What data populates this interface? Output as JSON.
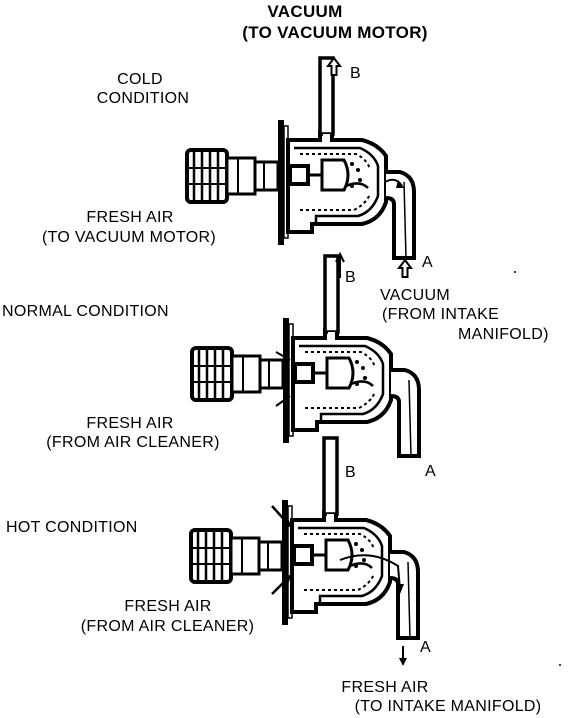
{
  "title": {
    "line1": "VACUUM",
    "line2": "(TO VACUUM MOTOR)"
  },
  "cold": {
    "heading_line1": "COLD",
    "heading_line2": "CONDITION",
    "port_b": "B",
    "port_a": "A",
    "fresh_air_line1": "FRESH AIR",
    "fresh_air_line2": "(TO VACUUM MOTOR)",
    "vacuum_line1": "VACUUM",
    "vacuum_line2": "(FROM INTAKE",
    "vacuum_line3": "MANIFOLD)"
  },
  "normal": {
    "heading": "NORMAL CONDITION",
    "port_b": "B",
    "port_a": "A",
    "fresh_air_line1": "FRESH AIR",
    "fresh_air_line2": "(FROM AIR CLEANER)"
  },
  "hot": {
    "heading": "HOT CONDITION",
    "port_b": "B",
    "port_a": "A",
    "fresh_air_line1": "FRESH AIR",
    "fresh_air_line2": "(FROM AIR CLEANER)",
    "bottom_line1": "FRESH AIR",
    "bottom_line2": "(TO INTAKE MANIFOLD)"
  },
  "colors": {
    "ink": "#000000",
    "paper": "#ffffff"
  }
}
